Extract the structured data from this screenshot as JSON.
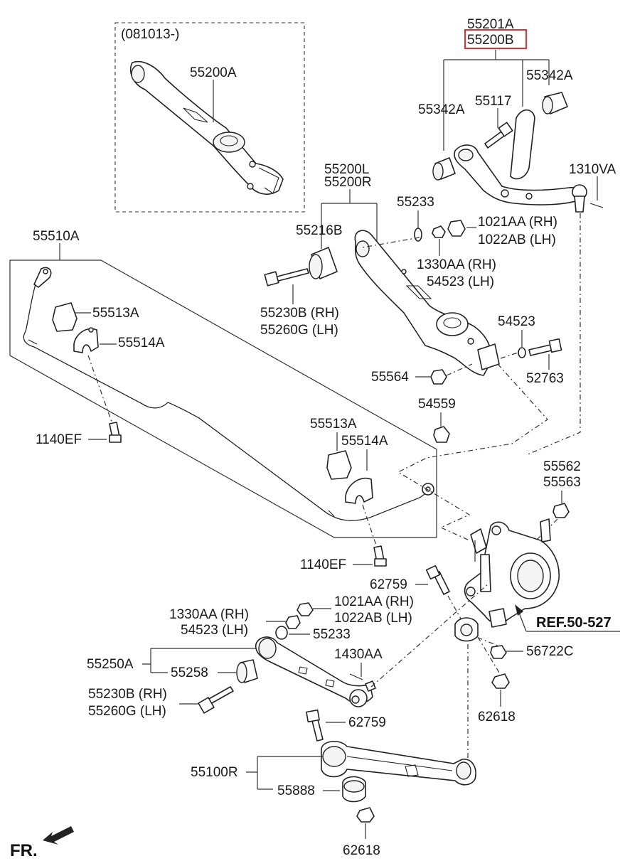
{
  "labels": {
    "variant_note": "(081013-)",
    "p55200A": "55200A",
    "p55201A": "55201A",
    "p55200B": "55200B",
    "p55342A_r": "55342A",
    "p55342A_l": "55342A",
    "p55117": "55117",
    "p1310VA": "1310VA",
    "p55200L": "55200L",
    "p55200R": "55200R",
    "p55233_top": "55233",
    "p1021AA_rh_top": "1021AA (RH)",
    "p1022AB_lh_top": "1022AB (LH)",
    "p55216B": "55216B",
    "p1330AA_rh_top": "1330AA (RH)",
    "p54523_lh_top": "54523 (LH)",
    "p55510A": "55510A",
    "p55230B_rh_top": "55230B (RH)",
    "p55260G_lh_top": "55260G (LH)",
    "p55513A_l": "55513A",
    "p55514A_l": "55514A",
    "p54523_mid": "54523",
    "p52763": "52763",
    "p55564": "55564",
    "p54559": "54559",
    "p1140EF_l": "1140EF",
    "p55513A_r": "55513A",
    "p55514A_r": "55514A",
    "p55562": "55562",
    "p55563": "55563",
    "p1140EF_r": "1140EF",
    "p62759_top": "62759",
    "p1021AA_rh_bot": "1021AA (RH)",
    "p1022AB_lh_bot": "1022AB (LH)",
    "p1330AA_rh_bot": "1330AA (RH)",
    "p54523_lh_bot": "54523 (LH)",
    "p55233_bot": "55233",
    "ref": "REF.50-527",
    "p55250A": "55250A",
    "p1430AA": "1430AA",
    "p56722C": "56722C",
    "p55258": "55258",
    "p55230B_rh_bot": "55230B (RH)",
    "p55260G_lh_bot": "55260G (LH)",
    "p62618_r": "62618",
    "p62759_bot": "62759",
    "p55100R": "55100R",
    "p55888": "55888",
    "p62618_b": "62618",
    "fr": "FR."
  },
  "colors": {
    "highlight": "#e03030",
    "line": "#222222"
  },
  "highlighted_part": "55200B",
  "icons": [
    "front-direction-arrow-icon"
  ]
}
